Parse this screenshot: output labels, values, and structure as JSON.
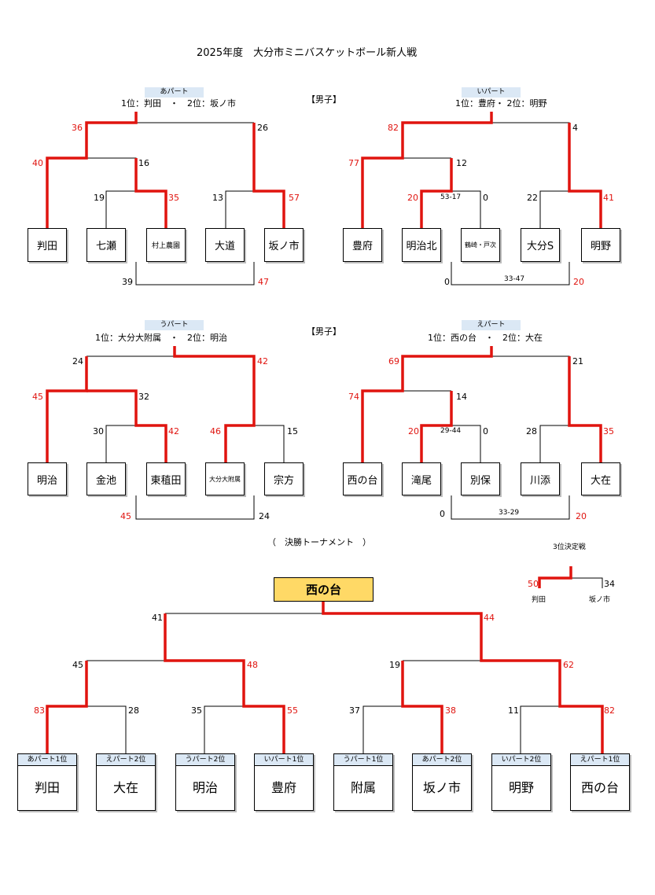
{
  "title": "2025年度　大分市ミニバスケットボール新人戦",
  "gender_label": "【男子】",
  "final_label": "（　決勝トーナメント　）",
  "third_place_label": "3位決定戦",
  "parts": [
    {
      "label": "あパート",
      "ranking": "1位：判田　・　2位：坂ノ市",
      "teams": [
        "判田",
        "七瀬",
        "村上農園",
        "大道",
        "坂ノ市"
      ],
      "scores": {
        "s36": "36",
        "s26": "26",
        "s40": "40",
        "s16": "16",
        "s19": "19",
        "s35": "35",
        "s13": "13",
        "s57": "57",
        "s39": "39",
        "s47": "47"
      }
    },
    {
      "label": "いパート",
      "ranking": "1位：豊府・ 2位：明野",
      "teams": [
        "豊府",
        "明治北",
        "鶴崎・戸次",
        "大分S",
        "明野"
      ],
      "scores": {
        "s82": "82",
        "s4": "4",
        "s77": "77",
        "s12": "12",
        "s20": "20",
        "s5317": "53-17",
        "s0": "0",
        "s22": "22",
        "s41": "41",
        "sb0": "0",
        "s3347": "33-47",
        "sb20": "20"
      }
    },
    {
      "label": "うパート",
      "ranking": "1位：大分大附属　・　2位：明治",
      "teams": [
        "明治",
        "金池",
        "東稙田",
        "大分大附属",
        "宗方"
      ],
      "scores": {
        "s24": "24",
        "s42": "42",
        "s45": "45",
        "s32": "32",
        "s30": "30",
        "s42b": "42",
        "s46": "46",
        "s15": "15",
        "sb45": "45",
        "sb24": "24"
      }
    },
    {
      "label": "えパート",
      "ranking": "1位：西の台　・　2位：大在",
      "teams": [
        "西の台",
        "滝尾",
        "別保",
        "川添",
        "大在"
      ],
      "scores": {
        "s69": "69",
        "s21": "21",
        "s74": "74",
        "s14": "14",
        "s20": "20",
        "s2944": "29-44",
        "s0": "0",
        "s28": "28",
        "s35": "35",
        "sb0": "0",
        "s3329": "33-29",
        "sb20": "20"
      }
    }
  ],
  "final": {
    "champion": "西の台",
    "teams": [
      {
        "header": "あパート1位",
        "name": "判田"
      },
      {
        "header": "えパート2位",
        "name": "大在"
      },
      {
        "header": "うパート2位",
        "name": "明治"
      },
      {
        "header": "いパート1位",
        "name": "豊府"
      },
      {
        "header": "うパート1位",
        "name": "附属"
      },
      {
        "header": "あパート2位",
        "name": "坂ノ市"
      },
      {
        "header": "いパート2位",
        "name": "明野"
      },
      {
        "header": "えパート1位",
        "name": "西の台"
      }
    ],
    "scores": {
      "f41": "41",
      "f44": "44",
      "f45": "45",
      "f48": "48",
      "f19": "19",
      "f62": "62",
      "f83": "83",
      "f28": "28",
      "f35": "35",
      "f55": "55",
      "f37": "37",
      "f38": "38",
      "f11": "11",
      "f82": "82"
    }
  },
  "third_place": {
    "teams": [
      "判田",
      "坂ノ市"
    ],
    "scores": [
      "50",
      "34"
    ]
  },
  "colors": {
    "win_line": "#e0140f",
    "line": "#000000",
    "part_label_bg": "#dbe8f5",
    "champion_bg": "#ffd966"
  }
}
